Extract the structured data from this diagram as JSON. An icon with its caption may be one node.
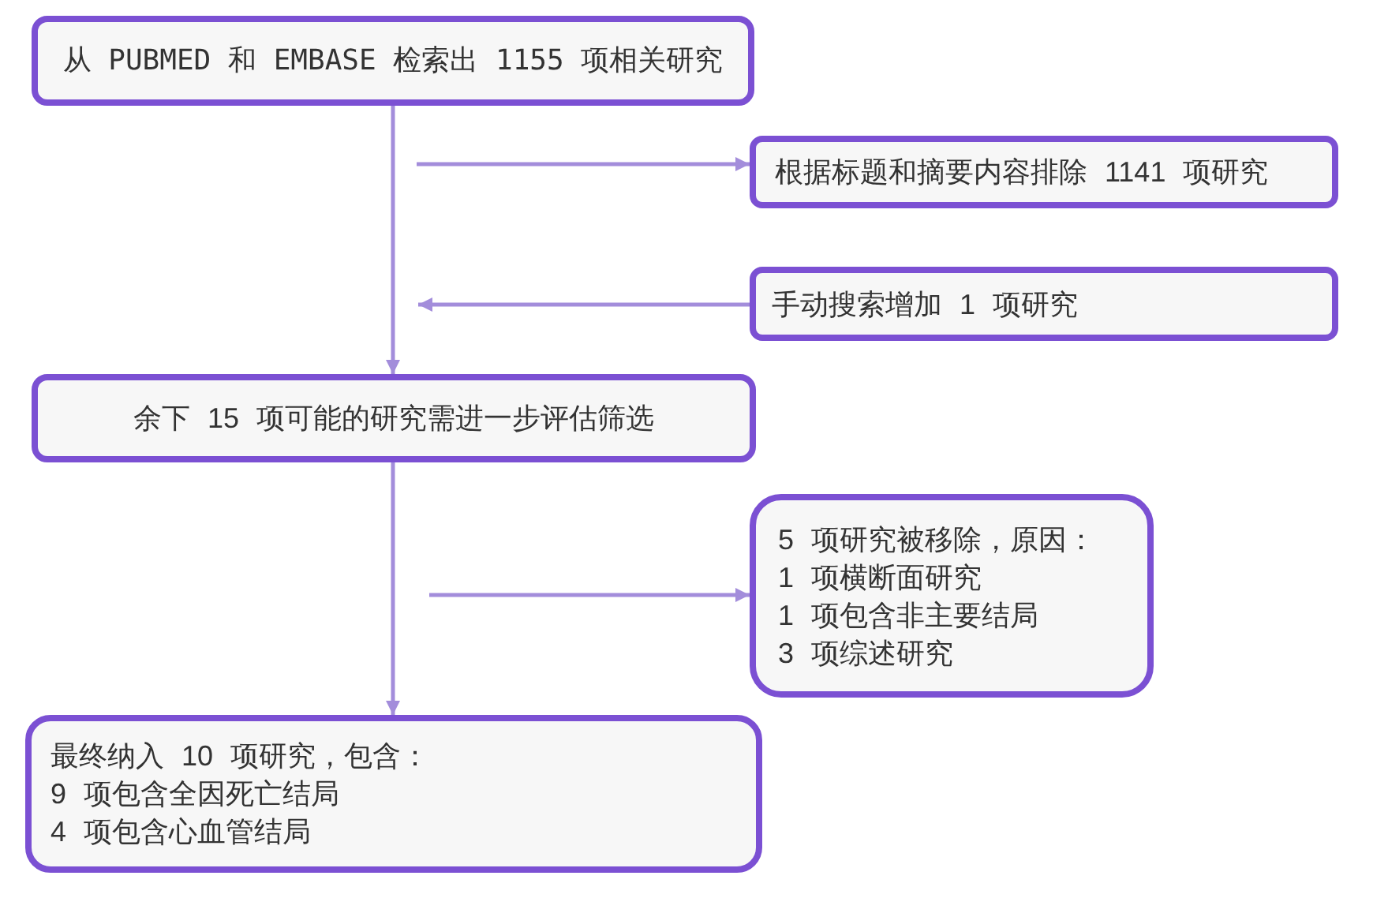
{
  "diagram": {
    "nodes": [
      {
        "text": [
          "从 PUBMED 和 EMBASE 检索出 1155 项相关研究"
        ]
      },
      {
        "text": [
          "根据标题和摘要内容排除 1141 项研究"
        ]
      },
      {
        "text": [
          "手动搜索增加 1 项研究"
        ]
      },
      {
        "text": [
          "余下 15 项可能的研究需进一步评估筛选"
        ]
      },
      {
        "text": [
          "5 项研究被移除，原因：",
          "1 项横断面研究",
          "1 项包含非主要结局",
          "3 项综述研究"
        ]
      },
      {
        "text": [
          "最终纳入 10 项研究，包含：",
          "9 项包含全因死亡结局",
          "4 项包含心血管结局"
        ]
      }
    ],
    "edges": [
      {
        "from": 0,
        "to": 3,
        "arrow": "to"
      },
      {
        "from": null,
        "to": 1,
        "arrow": "to"
      },
      {
        "from": 2,
        "to": null,
        "arrow": "to"
      },
      {
        "from": 3,
        "to": 5,
        "arrow": "to"
      },
      {
        "from": null,
        "to": 4,
        "arrow": "to"
      }
    ]
  }
}
